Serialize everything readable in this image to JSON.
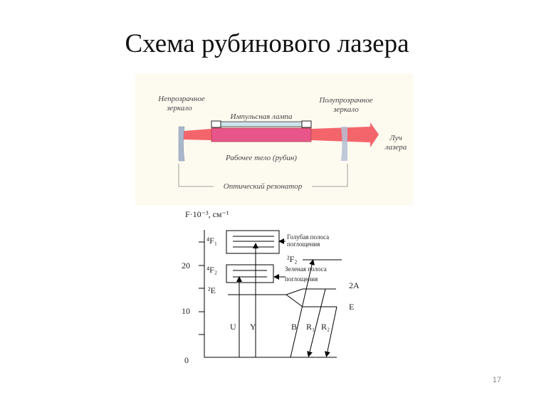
{
  "slide": {
    "title": "Схема рубинового лазера",
    "page_number": "17"
  },
  "laser": {
    "left_mirror": [
      "Непрозрачное",
      "зеркало"
    ],
    "right_mirror": [
      "Полупрозрачное",
      "зеркало"
    ],
    "lamp": "Импульсная лампа",
    "rod": "Рабочее тело (рубин)",
    "beam": [
      "Луч",
      "лазера"
    ],
    "resonator": "Оптический резонатор"
  },
  "levels": {
    "axis_label": "F·10⁻³, см⁻¹",
    "ticks": [
      "0",
      "10",
      "20"
    ],
    "F1": "⁴F₁",
    "F2": "⁴F₂",
    "E2": "²E",
    "F2_2": "²F₂",
    "A2": "2A",
    "E": "E",
    "blue_band": [
      "Голубая полоса",
      "поглощения"
    ],
    "green_band": [
      "Зеленая полоса",
      "поглощения"
    ],
    "U": "U",
    "Y": "Y",
    "B": "B",
    "R1": "R₁",
    "R2": "R₂"
  }
}
